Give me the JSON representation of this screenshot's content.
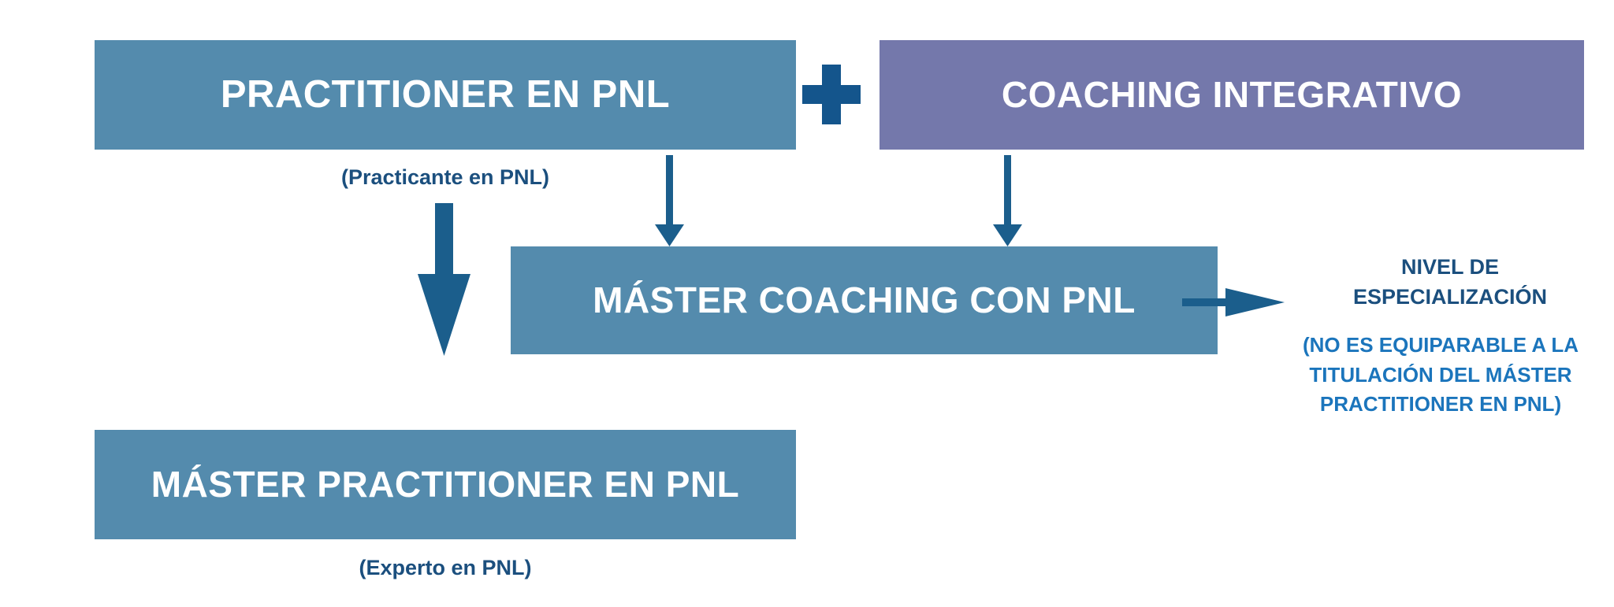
{
  "diagram": {
    "title_context": "Itinerario formativo PNL y Coaching",
    "colors": {
      "steel_blue": "#548BAD",
      "purple": "#7478AB",
      "dark_navy": "#14558C",
      "caption_navy": "#1B4F7E",
      "bright_blue": "#1B75BC",
      "box_text": "#FFFFFF",
      "background": "#FFFFFF"
    },
    "boxes": {
      "practitioner": "PRACTITIONER EN PNL",
      "coaching": "COACHING INTEGRATIVO",
      "master_coaching": "MÁSTER COACHING CON PNL",
      "master_practitioner": "MÁSTER PRACTITIONER EN PNL"
    },
    "captions": {
      "practicante": "(Practicante en PNL)",
      "experto": "(Experto en PNL)"
    },
    "operator": {
      "plus": "+"
    },
    "annotation": {
      "nivel_line1": "NIVEL DE",
      "nivel_line2": "ESPECIALIZACIÓN",
      "nota_line1": "(NO ES EQUIPARABLE A LA",
      "nota_line2": "TITULACIÓN DEL MÁSTER",
      "nota_line3": "PRACTITIONER EN PNL)"
    },
    "arrows": {
      "thick_down_label": "arrow-practitioner-to-master-practitioner",
      "thin_down_left_label": "arrow-practitioner-to-master-coaching",
      "thin_down_right_label": "arrow-coaching-to-master-coaching",
      "right_label": "arrow-master-coaching-to-nivel"
    }
  }
}
